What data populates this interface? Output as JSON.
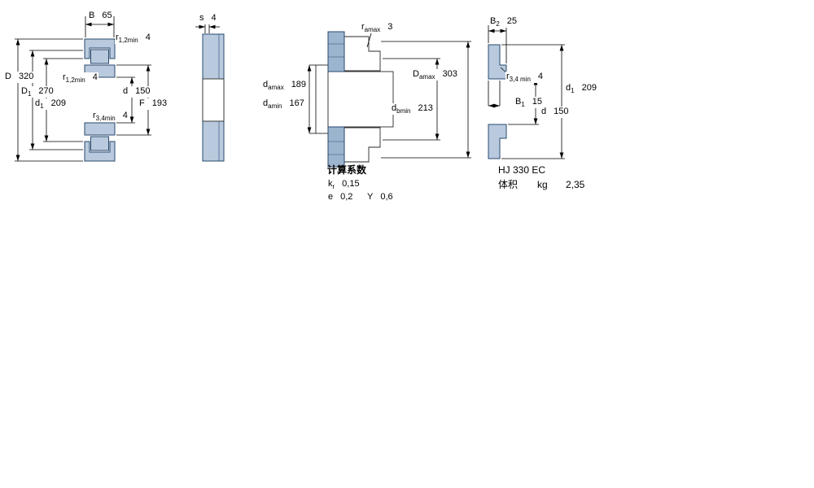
{
  "colors": {
    "part_fill": "#b9cade",
    "part_fill_dark": "#9db4cf",
    "part_outline": "#27496d",
    "dimension_line": "#000000",
    "background": "#ffffff",
    "text": "#000000"
  },
  "diagrams": {
    "front": {
      "dims": {
        "B": {
          "base": "B",
          "sub": "",
          "value": "65"
        },
        "r12_top": {
          "base": "r",
          "sub": "1,2min",
          "value": "4"
        },
        "D": {
          "base": "D",
          "sub": "",
          "value": "320"
        },
        "r12_left": {
          "base": "r",
          "sub": "1,2min",
          "value": "4"
        },
        "D1": {
          "base": "D",
          "sub": "1",
          "value": "270"
        },
        "d": {
          "base": "d",
          "sub": "",
          "value": "150"
        },
        "d1": {
          "base": "d",
          "sub": "1",
          "value": "209"
        },
        "F": {
          "base": "F",
          "sub": "",
          "value": "193"
        },
        "r34": {
          "base": "r",
          "sub": "3,4min",
          "value": "4"
        }
      }
    },
    "side": {
      "dims": {
        "s": {
          "base": "s",
          "sub": "",
          "value": "4"
        }
      }
    },
    "mounting": {
      "dims": {
        "ra": {
          "base": "r",
          "sub": "amax",
          "value": "3"
        },
        "damax": {
          "base": "d",
          "sub": "amax",
          "value": "189"
        },
        "damin": {
          "base": "d",
          "sub": "amin",
          "value": "167"
        },
        "Damax": {
          "base": "D",
          "sub": "amax",
          "value": "303"
        },
        "dbmin": {
          "base": "d",
          "sub": "bmin",
          "value": "213"
        }
      }
    },
    "hj": {
      "dims": {
        "B2": {
          "base": "B",
          "sub": "2",
          "value": "25"
        },
        "r34": {
          "base": "r",
          "sub": "3,4 min",
          "value": "4"
        },
        "d1": {
          "base": "d",
          "sub": "1",
          "value": "209"
        },
        "B1": {
          "base": "B",
          "sub": "1",
          "value": "15"
        },
        "d": {
          "base": "d",
          "sub": "",
          "value": "150"
        }
      }
    }
  },
  "calculation_factors": {
    "title": "计算系数",
    "kr": {
      "base": "k",
      "sub": "r",
      "value": "0,15"
    },
    "e": {
      "base": "e",
      "sub": "",
      "value": "0,2"
    },
    "Y": {
      "base": "Y",
      "sub": "",
      "value": "0,6"
    }
  },
  "hj_info": {
    "designation": "HJ 330 EC",
    "quantity_label": "体积",
    "unit": "kg",
    "value": "2,35"
  }
}
